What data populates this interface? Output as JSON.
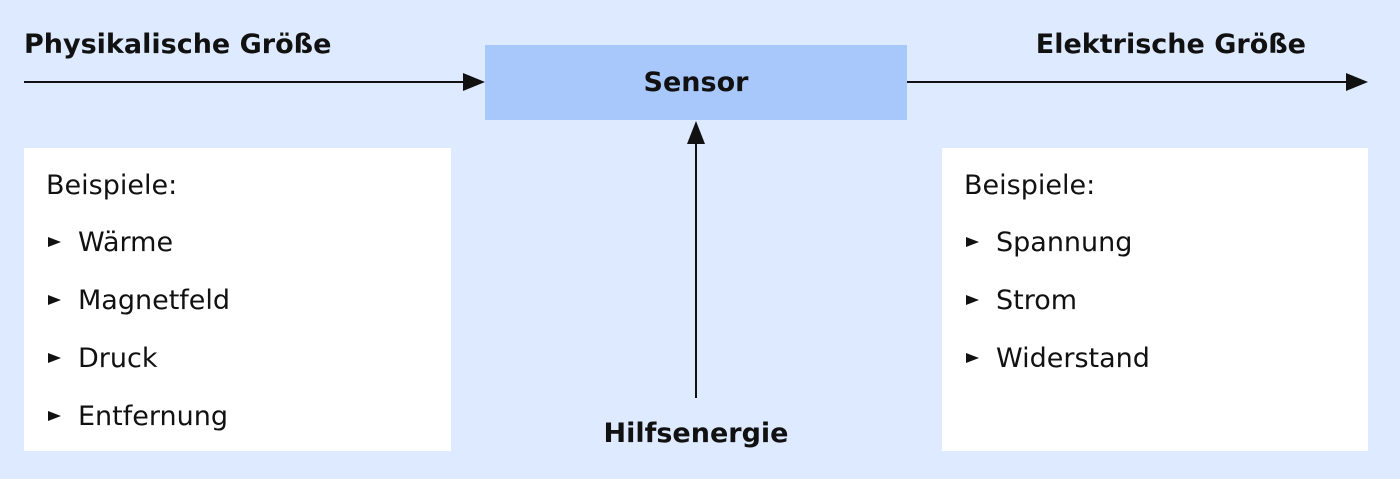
{
  "input": {
    "heading": "Physikalische Größe",
    "examples_title": "Beispiele:",
    "examples": [
      "Wärme",
      "Magnetfeld",
      "Druck",
      "Entfernung"
    ]
  },
  "sensor": {
    "label": "Sensor"
  },
  "auxiliary": {
    "label": "Hilfsenergie"
  },
  "output": {
    "heading": "Elektrische Größe",
    "examples_title": "Beispiele:",
    "examples": [
      "Spannung",
      "Strom",
      "Widerstand"
    ]
  },
  "colors": {
    "background": "#ddeaff",
    "sensor_fill": "#a8c8fc",
    "box_fill": "#ffffff",
    "ink": "#111111"
  }
}
